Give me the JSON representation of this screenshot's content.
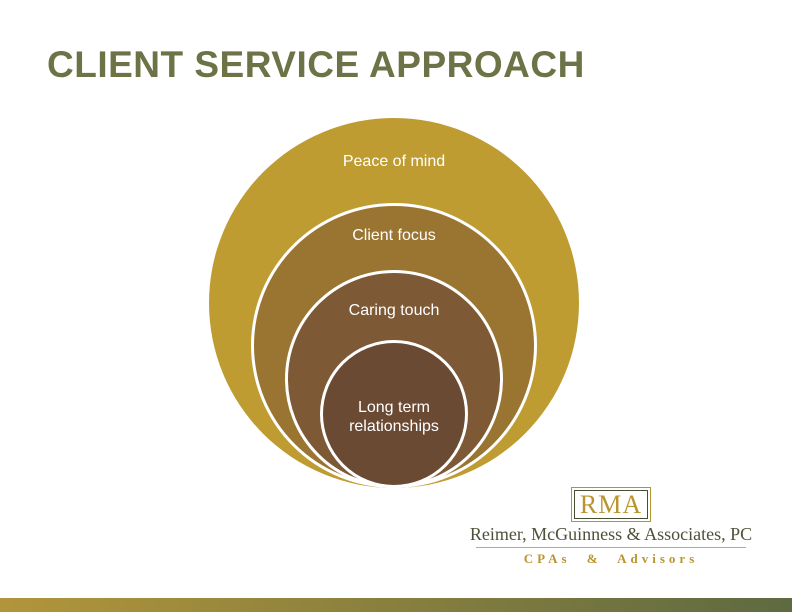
{
  "slide": {
    "title": "CLIENT SERVICE APPROACH",
    "title_color": "#6d7346",
    "background_color": "#ffffff"
  },
  "diagram": {
    "type": "stacked-venn",
    "label_color": "#ffffff",
    "levels": [
      {
        "label": "Peace of mind",
        "fill": "#bf9c32"
      },
      {
        "label": "Client focus",
        "fill": "#9a7431"
      },
      {
        "label": "Caring touch",
        "fill": "#7d5936"
      },
      {
        "label": "Long term relationships",
        "fill": "#6b4a34"
      }
    ]
  },
  "logo": {
    "monogram": "RMA",
    "company_name": "Reimer, McGuinness & Associates, PC",
    "tagline": "CPAs & Advisors",
    "gold_color": "#b9952f",
    "green_color": "#4c5237",
    "box_outer_border": "#b3952e",
    "box_inner_border": "#44502f"
  },
  "footer_bar": {
    "gradient_left": "#b2953b",
    "gradient_right": "#5e6a41"
  }
}
